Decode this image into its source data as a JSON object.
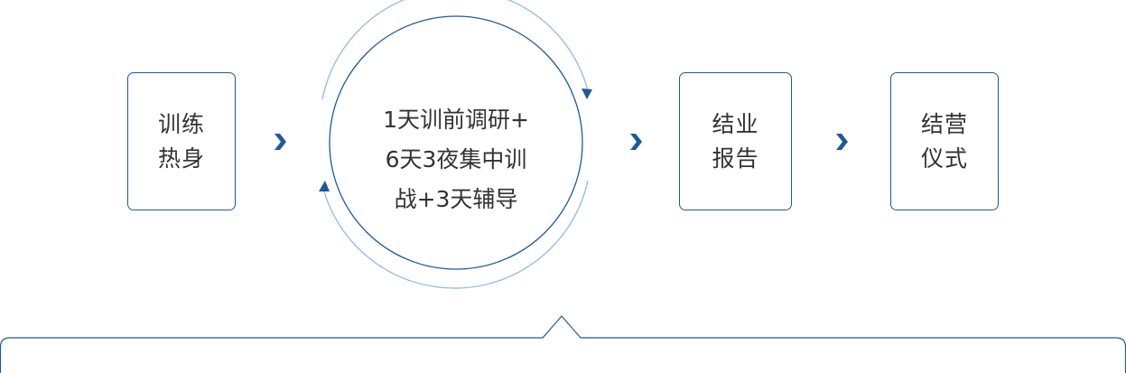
{
  "steps": {
    "warmup": {
      "line1": "训练",
      "line2": "热身"
    },
    "core": {
      "line1": "1天训前调研+",
      "line2": "6天3夜集中训",
      "line3": "战+3天辅导"
    },
    "report": {
      "line1": "结业",
      "line2": "报告"
    },
    "ceremony": {
      "line1": "结营",
      "line2": "仪式"
    }
  },
  "icons": {
    "arrow": "chevron-right-icon",
    "cycle": "cycle-arrows-icon"
  },
  "colors": {
    "primary": "#1f5a96",
    "light": "#7fb0dc",
    "text": "#333333"
  }
}
